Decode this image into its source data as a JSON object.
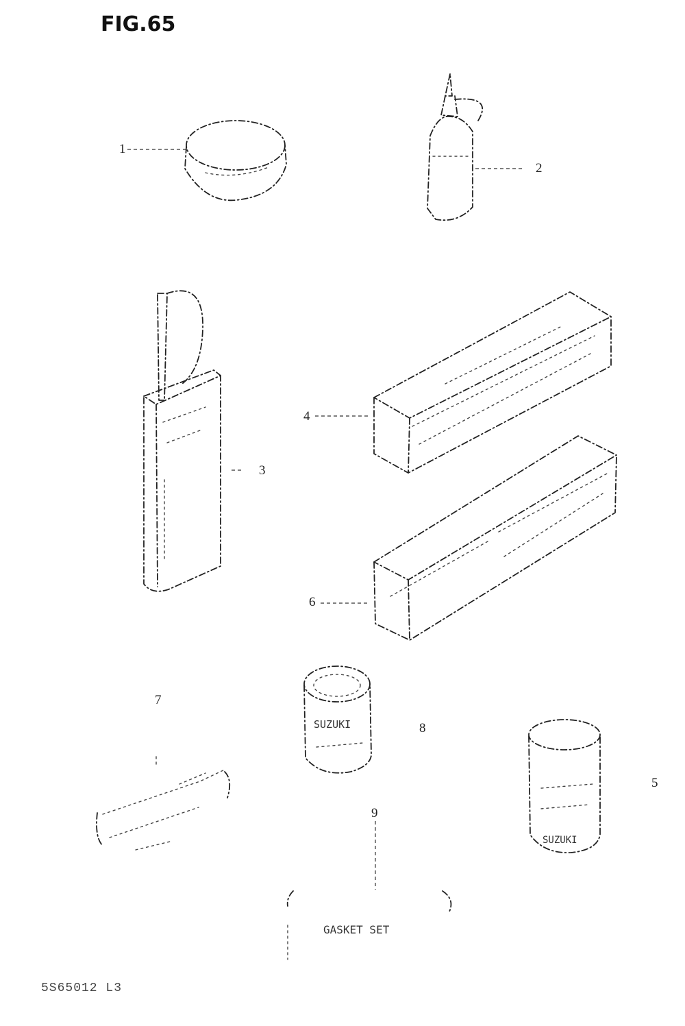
{
  "figure": {
    "title": "FIG.65",
    "code": "5S65012 L3"
  },
  "callouts": {
    "c1": "1",
    "c2": "2",
    "c3": "3",
    "c4": "4",
    "c5": "5",
    "c6": "6",
    "c7": "7",
    "c8": "8",
    "c9": "9"
  },
  "labels": {
    "can8": "SUZUKI",
    "can5": "SUZUKI",
    "envelope9": "GASKET SET"
  }
}
